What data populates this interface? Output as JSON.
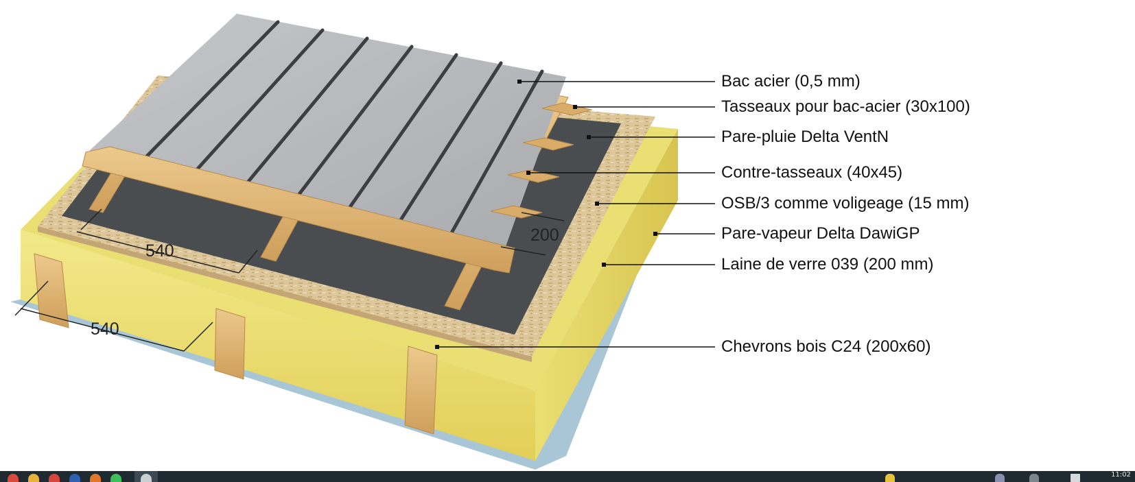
{
  "labels": [
    "Bac acier (0,5 mm)",
    "Tasseaux pour bac-acier (30x100)",
    "Pare-pluie Delta VentN",
    "Contre-tasseaux (40x45)",
    "OSB/3 comme voligeage (15 mm)",
    "Pare-vapeur Delta DawiGP",
    "Laine de verre 039 (200 mm)",
    "Chevrons bois C24 (200x60)"
  ],
  "dimensions": {
    "counter_batten_spacing": "540",
    "rafter_spacing": "540",
    "batten_spacing": "200"
  },
  "taskbar": {
    "clock": "11:02",
    "icons": [
      "mail-icon",
      "folder-icon",
      "chrome-icon",
      "word-icon",
      "firefox-icon",
      "whatsapp-icon",
      "app-icon"
    ]
  },
  "colors": {
    "steel": "#b4b6b9",
    "wood": "#e0b97a",
    "membrane": "#4a4d50",
    "osb": "#d8c294",
    "insulation": "#eadf72",
    "vapour_barrier": "#a9c6d6"
  }
}
